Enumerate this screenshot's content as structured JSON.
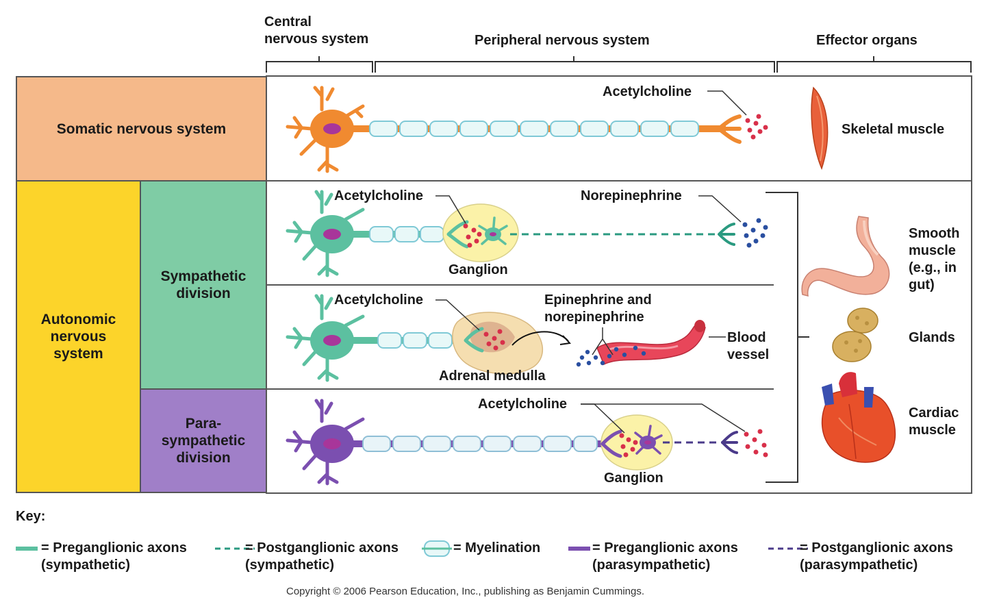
{
  "headers": {
    "cns": "Central\nnervous system",
    "pns": "Peripheral nervous system",
    "effector": "Effector organs"
  },
  "rows": {
    "somatic": "Somatic nervous system",
    "autonomic": "Autonomic nervous system",
    "sympathetic": "Sympathetic division",
    "parasympathetic": "Para-\nsympathetic division"
  },
  "labels": {
    "ach_somatic": "Acetylcholine",
    "ach_symp1": "Acetylcholine",
    "norepinephrine": "Norepinephrine",
    "ganglion_symp": "Ganglion",
    "ach_symp2": "Acetylcholine",
    "epi_norepi": "Epinephrine and\nnorepinephrine",
    "blood_vessel": "Blood\nvessel",
    "adrenal": "Adrenal medulla",
    "ach_para": "Acetylcholine",
    "ganglion_para": "Ganglion"
  },
  "effectors": {
    "skeletal": "Skeletal muscle",
    "smooth": "Smooth\nmuscle\n(e.g., in\ngut)",
    "glands": "Glands",
    "cardiac": "Cardiac\nmuscle"
  },
  "key": {
    "title": "Key:",
    "items": [
      {
        "label": "= Preganglionic axons\n(sympathetic)",
        "style": "solid",
        "color": "#5cc0a0"
      },
      {
        "label": "= Postganglionic axons\n(sympathetic)",
        "style": "dashed",
        "color": "#2a9a80"
      },
      {
        "label": "= Myelination",
        "style": "myelin",
        "color": "#8fd3e0"
      },
      {
        "label": "= Preganglionic axons\n(parasympathetic)",
        "style": "solid",
        "color": "#7b4fb0"
      },
      {
        "label": "= Postganglionic axons\n(parasympathetic)",
        "style": "dashed",
        "color": "#4a3a8a"
      }
    ]
  },
  "copyright": "Copyright © 2006 Pearson Education, Inc., publishing as Benjamin Cummings.",
  "colors": {
    "somatic": "#f5b98a",
    "autonomic": "#fcd42a",
    "sympathetic": "#7fcca5",
    "parasympathetic": "#a07fc8",
    "somatic_neuron": "#f08a30",
    "symp_neuron": "#5cc0a0",
    "para_neuron": "#7b4fb0"
  }
}
